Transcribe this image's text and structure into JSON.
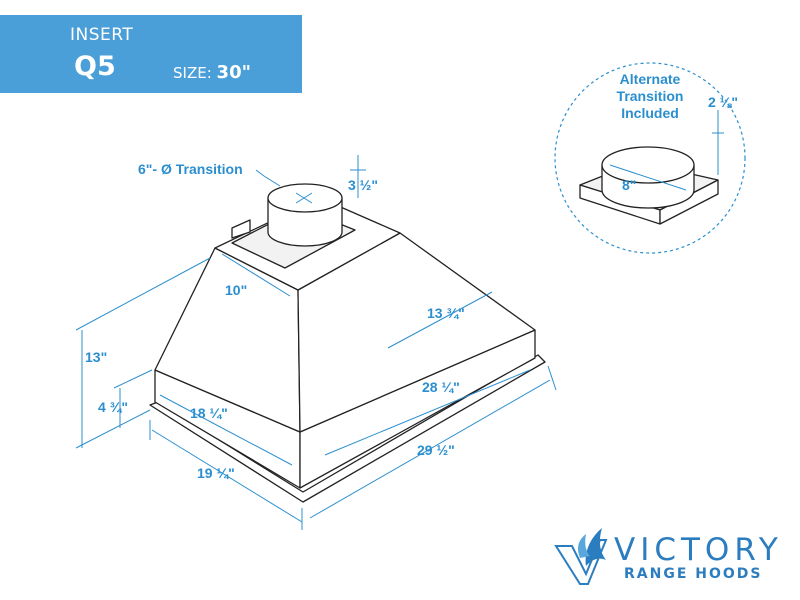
{
  "header": {
    "line1": "INSERT",
    "model": "Q5",
    "size_label": "SIZE:",
    "size_value": "30\""
  },
  "dimensions": {
    "transition": "6\"- Ø Transition",
    "transition_height": "3 ½\"",
    "top_depth": "10\"",
    "top_width": "13 ¾\"",
    "total_height": "13\"",
    "liner_height": "4 ¾\"",
    "liner_depth": "18 ¼\"",
    "liner_width": "28 ¼\"",
    "overall_depth": "19 ¼\"",
    "overall_width": "29 ½\""
  },
  "alternate": {
    "title_line1": "Alternate",
    "title_line2": "Transition",
    "title_line3": "Included",
    "height": "2 ⅛\"",
    "diameter": "8\""
  },
  "logo": {
    "top": "VICTORY",
    "bottom": "RANGE HOODS"
  },
  "colors": {
    "accent": "#4a9fd8",
    "dimension": "#2b8fcf",
    "logo": "#2c7dbf"
  }
}
